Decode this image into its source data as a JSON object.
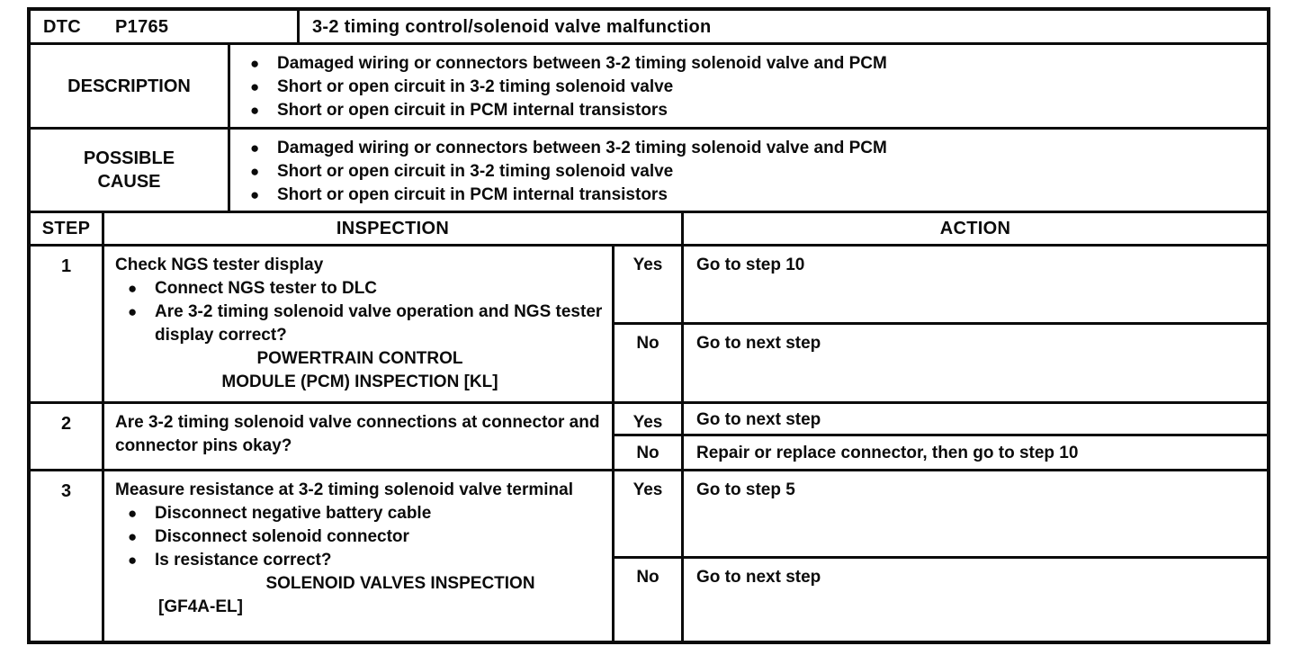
{
  "dtc": {
    "label": "DTC",
    "code": "P1765",
    "title": "3-2 timing control/solenoid valve malfunction"
  },
  "description": {
    "label": "DESCRIPTION",
    "bullets": [
      "Damaged wiring or connectors between 3-2 timing solenoid valve and PCM",
      "Short or open circuit in 3-2 timing solenoid valve",
      "Short or open circuit in PCM internal transistors"
    ]
  },
  "possible_cause": {
    "label_lines": [
      "POSSIBLE",
      "CAUSE"
    ],
    "bullets": [
      "Damaged wiring or connectors between 3-2 timing solenoid valve and PCM",
      "Short or open circuit in 3-2 timing solenoid valve",
      "Short or open circuit in PCM internal transistors"
    ]
  },
  "steps_table": {
    "headers": {
      "step": "STEP",
      "inspection": "INSPECTION",
      "action": "ACTION"
    },
    "bullet_glyph": "●",
    "rows": [
      {
        "step": "1",
        "inspection": {
          "intro": "Check NGS tester display",
          "bullets": [
            "Connect NGS tester to DLC",
            "Are 3-2 timing solenoid valve operation and NGS tester display correct?"
          ],
          "ref_lines": [
            "POWERTRAIN CONTROL",
            "MODULE (PCM) INSPECTION [KL]"
          ]
        },
        "branches": [
          {
            "answer": "Yes",
            "action": "Go to step 10"
          },
          {
            "answer": "No",
            "action": "Go to next step"
          }
        ]
      },
      {
        "step": "2",
        "inspection": {
          "intro": "Are 3-2 timing solenoid valve connections at connector and connector pins okay?",
          "bullets": [],
          "ref_lines": []
        },
        "branches": [
          {
            "answer": "Yes",
            "action": "Go to next step"
          },
          {
            "answer": "No",
            "action": "Repair or replace connector, then go to step 10"
          }
        ]
      },
      {
        "step": "3",
        "inspection": {
          "intro": "Measure resistance at 3-2 timing solenoid valve terminal",
          "bullets": [
            "Disconnect negative battery cable",
            "Disconnect solenoid connector",
            "Is resistance correct?"
          ],
          "ref_lines": [
            "SOLENOID VALVES INSPECTION",
            "[GF4A-EL]"
          ]
        },
        "branches": [
          {
            "answer": "Yes",
            "action": "Go to step 5"
          },
          {
            "answer": "No",
            "action": "Go to next step"
          }
        ]
      }
    ]
  }
}
